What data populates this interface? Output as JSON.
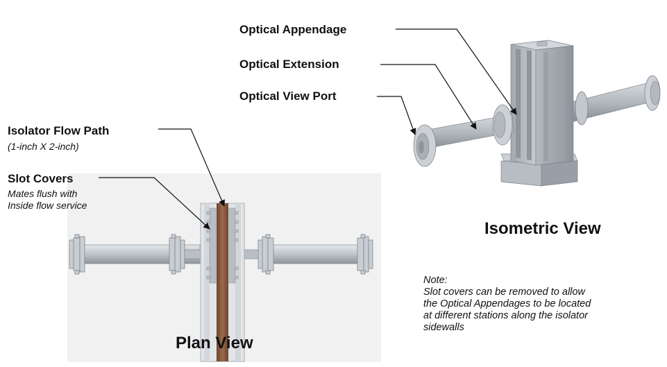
{
  "labels": {
    "optical_appendage": "Optical Appendage",
    "optical_extension": "Optical Extension",
    "optical_view_port": "Optical View Port",
    "isolator_flow_path": "Isolator Flow Path",
    "isolator_flow_path_dims": "(1-inch X 2-inch)",
    "slot_covers": "Slot Covers",
    "slot_covers_desc_line1": "Mates flush with",
    "slot_covers_desc_line2": "Inside flow service"
  },
  "views": {
    "isometric": "Isometric View",
    "plan": "Plan View"
  },
  "note": {
    "heading": "Note:",
    "line1": "Slot covers can be removed to allow",
    "line2": "the Optical Appendages to be located",
    "line3": "at different stations along the isolator",
    "line4": "sidewalls"
  },
  "colors": {
    "text": "#111111",
    "metal_light": "#d2d6da",
    "metal_mid": "#a9afb5",
    "metal_dark": "#7e858c",
    "flow_path": "#8b5a3c",
    "plan_background": "#f1f1f1"
  }
}
